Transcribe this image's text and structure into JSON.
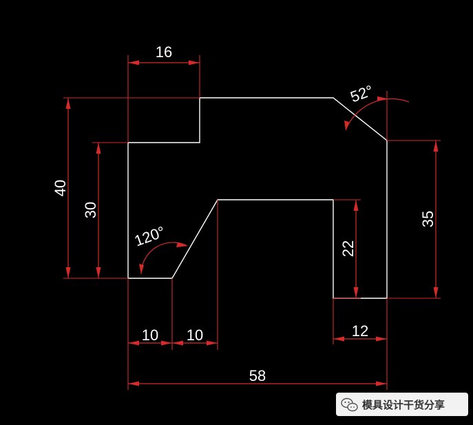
{
  "colors": {
    "background": "#000000",
    "outline": "#FFFFFF",
    "dimension": "#D42A2A",
    "text": "#FFFFFF"
  },
  "dimensions": {
    "top_step_width": "16",
    "overall_height": "40",
    "left_inner_height": "30",
    "slope_angle": "120°",
    "chamfer_angle": "52°",
    "right_height": "35",
    "slot_depth": "22",
    "bottom_left_width": "10",
    "bottom_second_width": "10",
    "right_foot_width": "12",
    "overall_width": "58"
  },
  "watermark": {
    "text": "模具设计干货分享",
    "icon": "wechat-icon"
  }
}
